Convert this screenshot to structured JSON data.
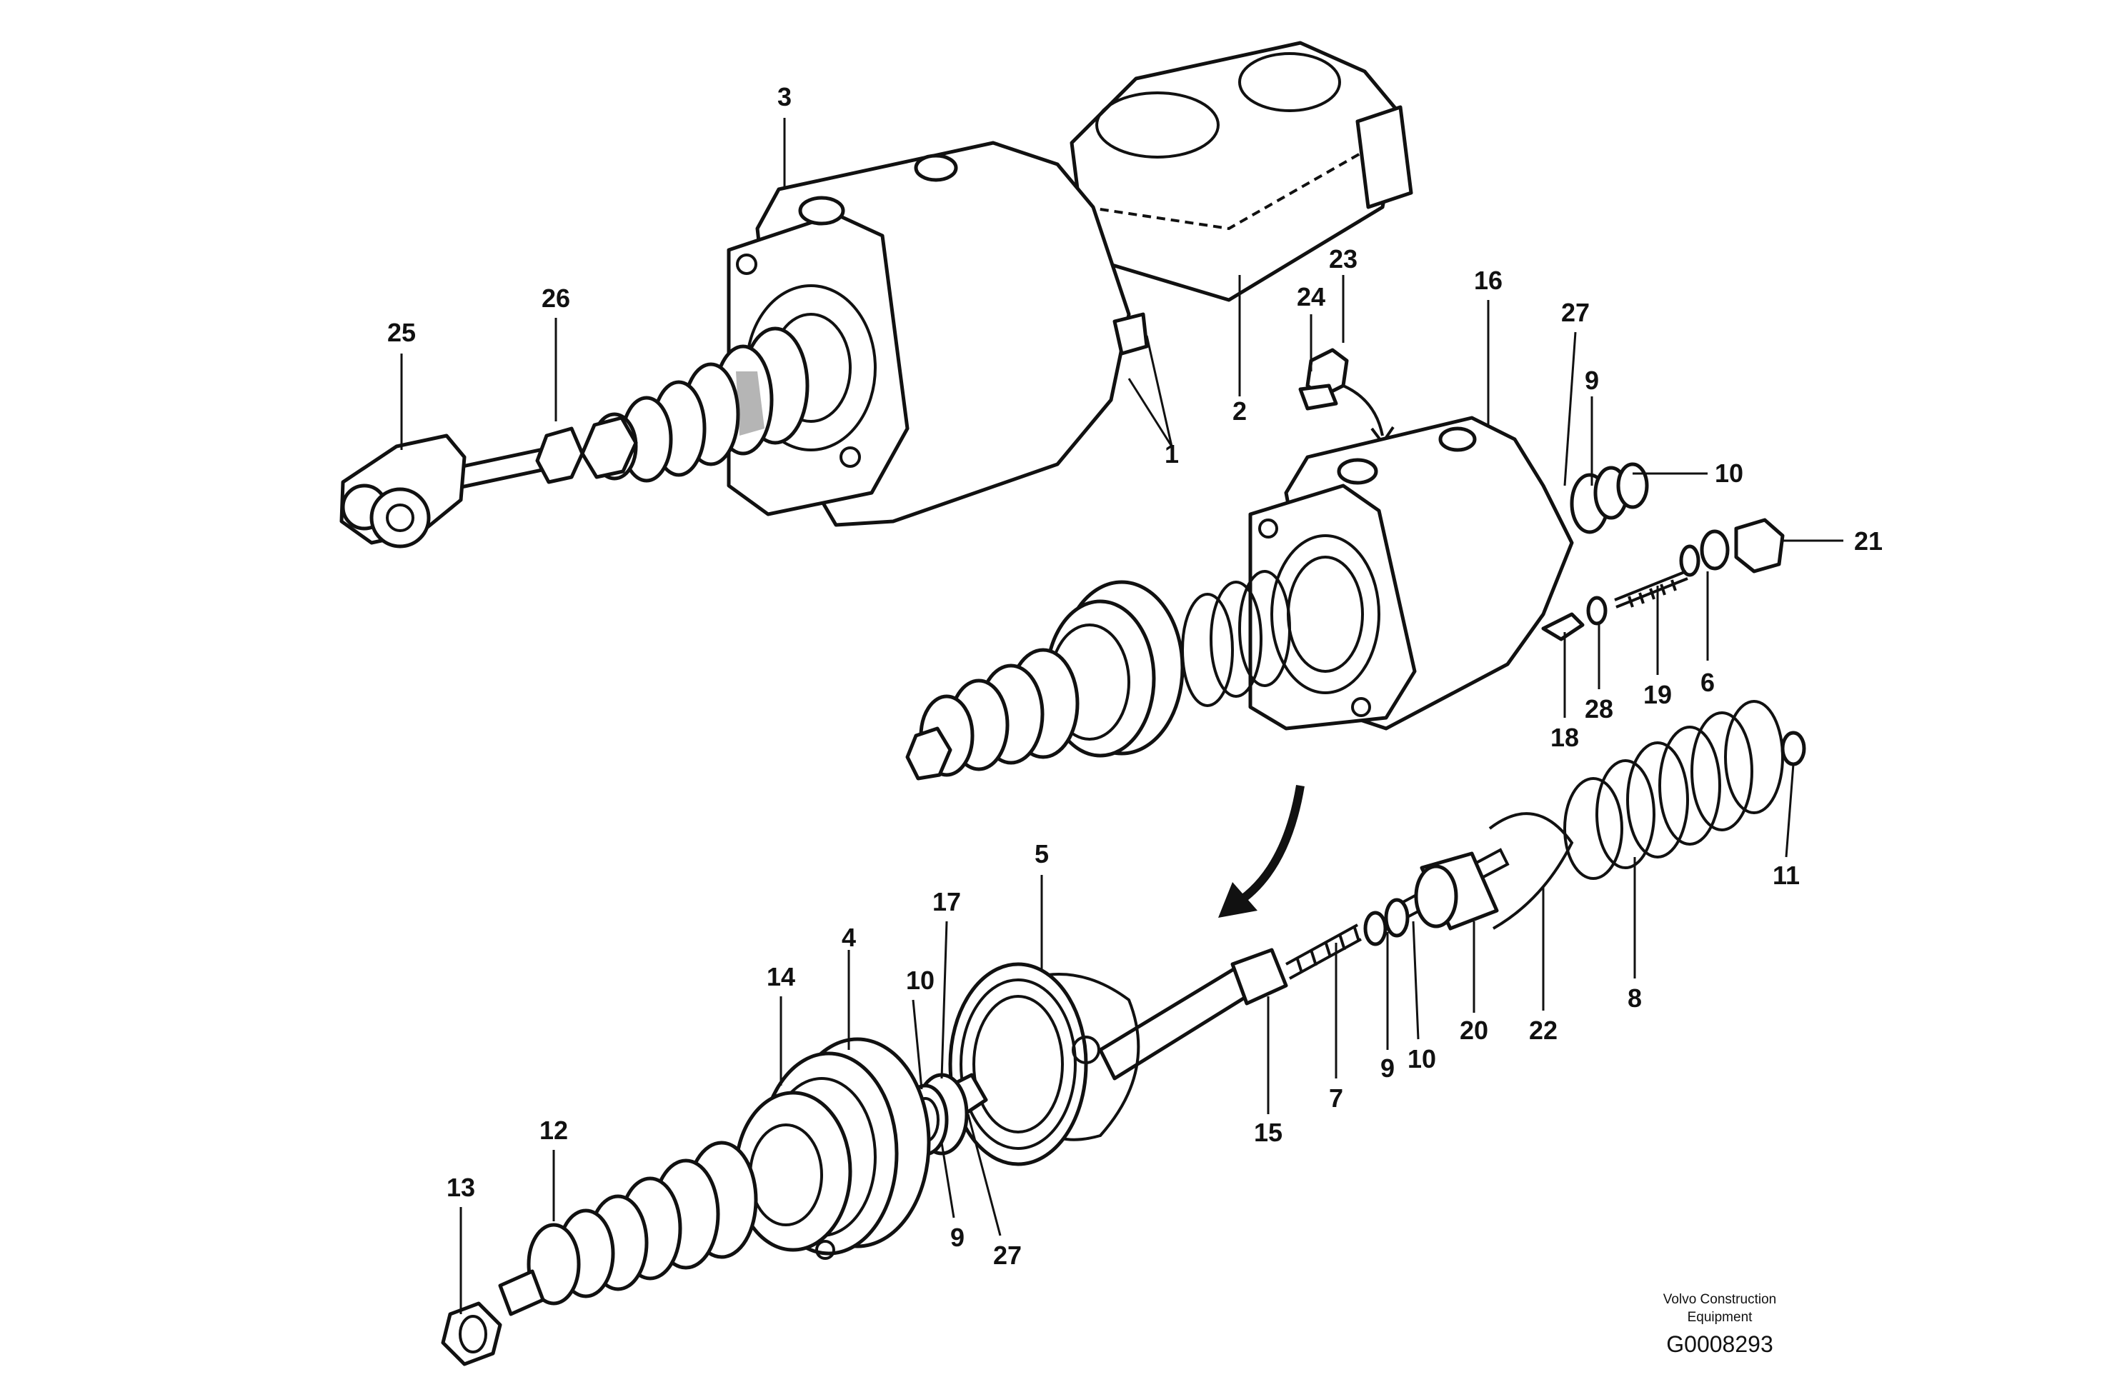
{
  "callouts": [
    "1",
    "2",
    "3",
    "4",
    "5",
    "6",
    "7",
    "8",
    "9",
    "9",
    "9",
    "10",
    "10",
    "10",
    "11",
    "12",
    "13",
    "14",
    "15",
    "16",
    "17",
    "18",
    "19",
    "20",
    "21",
    "22",
    "23",
    "24",
    "25",
    "26",
    "27",
    "27",
    "28"
  ],
  "credit": {
    "line1": "Volvo Construction",
    "line2": "Equipment"
  },
  "drawing_code": "G0008293"
}
